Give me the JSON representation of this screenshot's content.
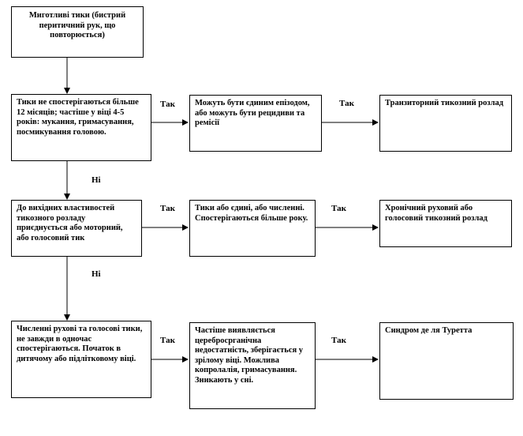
{
  "boxes": {
    "start": "Миготливі тики (бистрий перитичний рук, що повторюється)",
    "r1c1": "Тики не спостерігаються більше 12 місяців; частіше у віці 4-5 років: мукання, гримасування, посмикування головою.",
    "r1c2": "Можуть бути єдиним епізодом, або можуть бути рецидиви та ремісії",
    "r1c3": "Транзиторний тикозний розлад",
    "r2c1": "До вихідних властивостей тикозного розладу приєднується або моторний, або голосовий тик",
    "r2c2": "Тики або єдині, або численні. Спостерігаються більше року.",
    "r2c3": "Хронічний руховий або голосовий тикозний розлад",
    "r3c1": "Численні рухові та голосові тики, не завжди в одночас спостерігаються. Початок в дитячому або підлітковому віці.",
    "r3c2": "Частіше виявляється церебросрганічна недостатність, зберігається у зрілому віці. Можлива копролалія, гримасування. Зникають у сні.",
    "r3c3": "Синдром де ля Туретта"
  },
  "labels": {
    "yes": "Так",
    "no": "Ні"
  }
}
